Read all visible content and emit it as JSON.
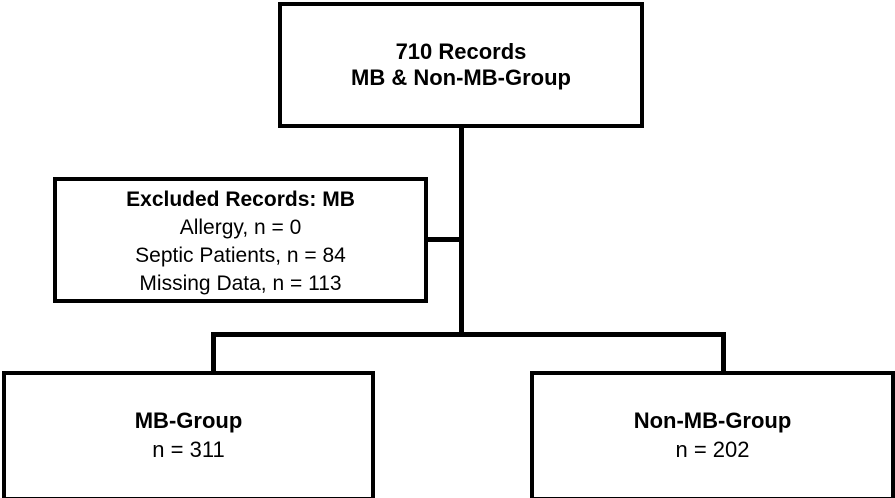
{
  "diagram": {
    "title": "Study Participant Flow Diagram",
    "type": "flowchart",
    "orientation": "top-down",
    "colors": {
      "background": "#ffffff",
      "border": "#000000",
      "text": "#000000",
      "connector": "#000000"
    },
    "nodes": [
      {
        "id": "root",
        "role": "records-screened",
        "lines": [
          {
            "text": "710 Records",
            "bold": true
          },
          {
            "text": "MB & Non-MB-Group",
            "bold": true
          }
        ],
        "count": 710
      },
      {
        "id": "excluded",
        "role": "excluded-records",
        "lines": [
          {
            "text": "Excluded Records: MB",
            "bold": true
          },
          {
            "text": "Allergy, n = 0",
            "bold": false
          },
          {
            "text": "Septic Patients, n = 84",
            "bold": false
          },
          {
            "text": "Missing Data, n = 113",
            "bold": false
          }
        ],
        "reasons": [
          {
            "label": "Allergy",
            "n": 0
          },
          {
            "label": "Septic Patients",
            "n": 84
          },
          {
            "label": "Missing Data",
            "n": 113
          }
        ]
      },
      {
        "id": "mb-group",
        "role": "analysis-arm",
        "lines": [
          {
            "text": "MB-Group",
            "bold": true
          },
          {
            "text": "n = 311",
            "bold": false
          }
        ],
        "count": 311
      },
      {
        "id": "nonmb-group",
        "role": "analysis-arm",
        "lines": [
          {
            "text": "Non-MB-Group",
            "bold": true
          },
          {
            "text": "n = 202",
            "bold": false
          }
        ],
        "count": 202
      }
    ],
    "edges": [
      {
        "from": "root",
        "to": "split",
        "style": "vertical-trunk"
      },
      {
        "from": "trunk",
        "to": "excluded",
        "style": "horizontal-stub"
      },
      {
        "from": "split",
        "to": "mb-group",
        "style": "vertical-drop"
      },
      {
        "from": "split",
        "to": "nonmb-group",
        "style": "vertical-drop"
      }
    ]
  },
  "text": {
    "root_line1": "710 Records",
    "root_line2": "MB & Non-MB-Group",
    "excluded_title": "Excluded Records: MB",
    "excluded_allergy": "Allergy, n = 0",
    "excluded_septic": "Septic Patients, n = 84",
    "excluded_missing": "Missing Data, n = 113",
    "mb_title": "MB-Group",
    "mb_count": "n = 311",
    "nonmb_title": "Non-MB-Group",
    "nonmb_count": "n = 202"
  }
}
